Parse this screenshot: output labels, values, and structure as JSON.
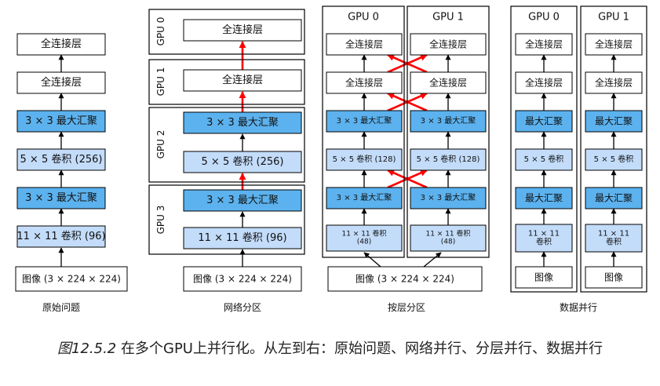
{
  "colors": {
    "dark_blue": "#5CB2EE",
    "light_blue": "#C3DCF9",
    "red_arrow": "#FF0000",
    "stroke": "#000000"
  },
  "layers": {
    "fc": "全连接层",
    "pool3": "3 × 3 最大汇聚",
    "conv5": "5 × 5 卷积 (256)",
    "conv11": "11 × 11 卷积 (96)",
    "input": "图像 (3 × 224 × 224)",
    "conv5_split": "5 × 5 卷积 (128)",
    "conv11_split_line1": "11 × 11 卷积",
    "conv11_split_line2": "(48)",
    "pool": "最大汇聚",
    "conv5_short": "5 × 5 卷积",
    "conv11_short_line1": "11 × 11",
    "conv11_short_line2": "卷积",
    "input_short": "图像"
  },
  "gpus": {
    "gpu0": "GPU 0",
    "gpu1": "GPU 1",
    "gpu2": "GPU 2",
    "gpu3": "GPU 3"
  },
  "panels": {
    "original": "原始问题",
    "network": "网络分区",
    "layerwise": "按层分区",
    "data": "数据并行"
  },
  "caption": {
    "number": "图12.5.2",
    "text": "在多个GPU上并行化。从左到右：原始问题、网络并行、分层并行、数据并行"
  }
}
